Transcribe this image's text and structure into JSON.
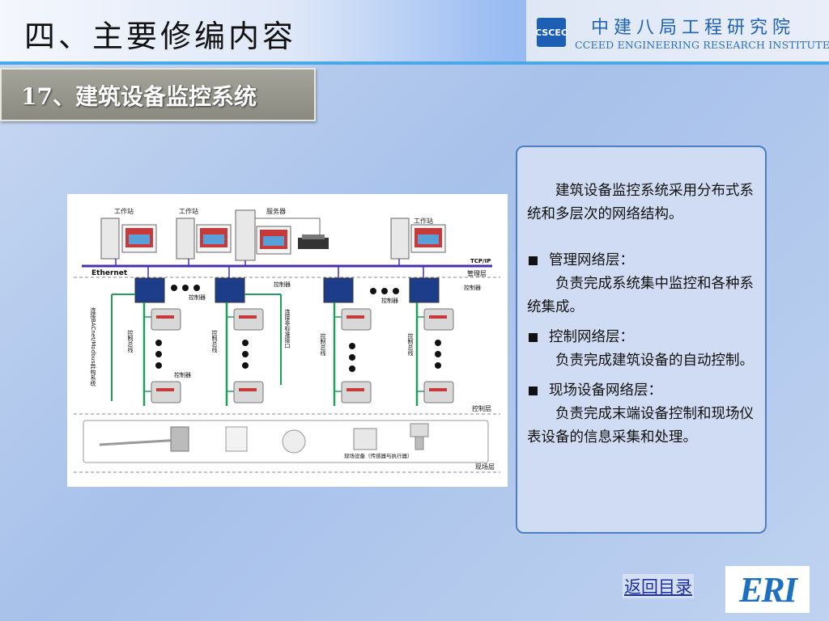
{
  "header": {
    "title": "四、主要修编内容",
    "org_logo_text": "CSCEC",
    "org_name_cn": "中建八局工程研究院",
    "org_name_en": "CCEED ENGINEERING RESEARCH INSTITUTE"
  },
  "section": {
    "title": "17、建筑设备监控系统"
  },
  "diagram": {
    "workstation_labels": [
      "工作站",
      "工作站",
      "工作站"
    ],
    "server_label": "服务器",
    "network_label": "Ethernet",
    "protocol_label": "TCP/IP",
    "layer_management": "管理层",
    "layer_control": "控制层",
    "layer_field": "现场层",
    "controller_label": "控制器",
    "bus_label": "控制总线",
    "bacnet_label": "连接BACnet/Modbus异构系统",
    "nonstandard_label": "连接非标准接口",
    "field_devices_label": "现场设备（传感器与执行器）"
  },
  "description": {
    "intro": "建筑设备监控系统采用分布式系统和多层次的网络结构。",
    "items": [
      {
        "heading": "管理网络层：",
        "text": "负责完成系统集中监控和各种系统集成。"
      },
      {
        "heading": "控制网络层：",
        "text": "负责完成建筑设备的自动控制。"
      },
      {
        "heading": "现场设备网络层：",
        "text": "负责完成末端设备控制和现场仪表设备的信息采集和处理。"
      }
    ]
  },
  "footer": {
    "back_link": "返回目录",
    "logo_text": "ERI"
  },
  "colors": {
    "accent": "#4aa8e8",
    "bus_green": "#1fa05a",
    "network_blue": "#4a2fb0"
  }
}
